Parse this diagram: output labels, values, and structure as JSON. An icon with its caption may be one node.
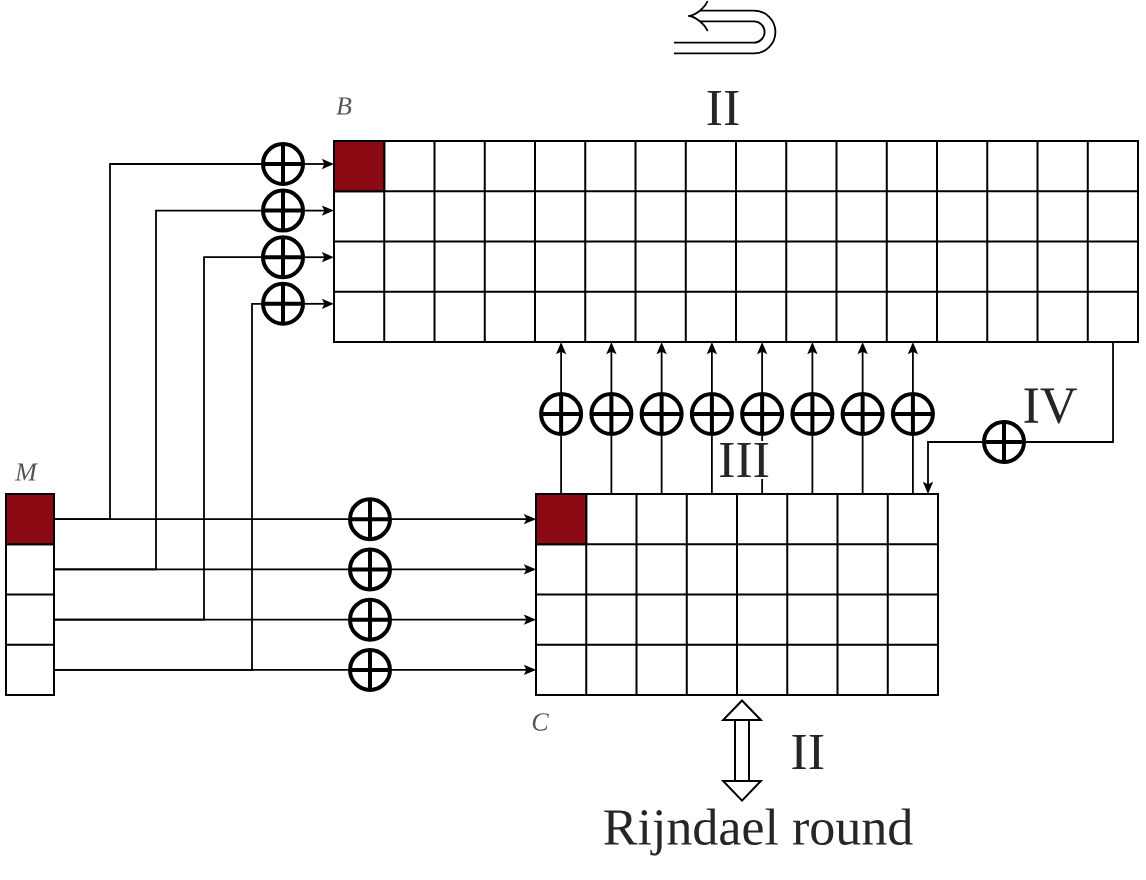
{
  "diagram": {
    "nodes": [
      {
        "text": [],
        "shape": "grid",
        "beside": [
          "B"
        ]
      },
      {
        "text": [],
        "shape": "circle"
      },
      {
        "text": [],
        "shape": "circle"
      },
      {
        "text": [],
        "shape": "circle"
      },
      {
        "text": [],
        "shape": "circle"
      },
      {
        "text": [],
        "shape": "circle"
      },
      {
        "text": [],
        "shape": "circle"
      },
      {
        "text": [],
        "shape": "circle"
      },
      {
        "text": [],
        "shape": "circle"
      },
      {
        "text": [],
        "shape": "circle"
      },
      {
        "text": [],
        "shape": "circle"
      },
      {
        "text": [],
        "shape": "circle"
      },
      {
        "text": [],
        "shape": "circle"
      },
      {
        "text": [],
        "shape": "circle"
      },
      {
        "text": [],
        "shape": "grid",
        "beside": [
          "M"
        ]
      },
      {
        "text": [],
        "shape": "circle"
      },
      {
        "text": [],
        "shape": "circle"
      },
      {
        "text": [],
        "shape": "circle"
      },
      {
        "text": [],
        "shape": "circle"
      },
      {
        "text": [],
        "shape": "grid",
        "beside": [
          "C"
        ]
      },
      {
        "text": [
          "Rijndael round"
        ]
      }
    ],
    "edges": [
      {
        "from": 14,
        "to": 1,
        "arrow": "none"
      },
      {
        "from": 1,
        "to": 0,
        "arrow": "to"
      },
      {
        "from": 14,
        "to": 2,
        "arrow": "none"
      },
      {
        "from": 2,
        "to": 0,
        "arrow": "to"
      },
      {
        "from": 14,
        "to": 3,
        "arrow": "none"
      },
      {
        "from": 3,
        "to": 0,
        "arrow": "to"
      },
      {
        "from": 14,
        "to": 4,
        "arrow": "none"
      },
      {
        "from": 4,
        "to": 0,
        "arrow": "to"
      },
      {
        "from": 19,
        "to": 5,
        "arrow": "none"
      },
      {
        "from": 5,
        "to": 0,
        "arrow": "to"
      },
      {
        "from": 19,
        "to": 6,
        "arrow": "none"
      },
      {
        "from": 6,
        "to": 0,
        "arrow": "to"
      },
      {
        "from": 19,
        "to": 7,
        "arrow": "none"
      },
      {
        "from": 7,
        "to": 0,
        "arrow": "to"
      },
      {
        "from": 19,
        "to": 8,
        "arrow": "none"
      },
      {
        "from": 8,
        "to": 0,
        "arrow": "to"
      },
      {
        "from": 19,
        "to": 9,
        "arrow": "none"
      },
      {
        "from": 9,
        "to": 0,
        "arrow": "to"
      },
      {
        "from": 19,
        "to": 10,
        "arrow": "none"
      },
      {
        "from": 10,
        "to": 0,
        "arrow": "to"
      },
      {
        "from": 19,
        "to": 11,
        "arrow": "none"
      },
      {
        "from": 11,
        "to": 0,
        "arrow": "to"
      },
      {
        "from": 19,
        "to": 12,
        "arrow": "none"
      },
      {
        "from": 12,
        "to": 0,
        "arrow": "to"
      },
      {
        "from": 0,
        "to": 13,
        "arrow": "none"
      },
      {
        "from": 13,
        "to": 19,
        "arrow": "to"
      },
      {
        "from": 14,
        "to": 15,
        "arrow": "none"
      },
      {
        "from": 15,
        "to": 19,
        "arrow": "to"
      },
      {
        "from": 14,
        "to": 16,
        "arrow": "none"
      },
      {
        "from": 16,
        "to": 19,
        "arrow": "to"
      },
      {
        "from": 14,
        "to": 17,
        "arrow": "none"
      },
      {
        "from": 17,
        "to": 19,
        "arrow": "to"
      },
      {
        "from": 14,
        "to": 18,
        "arrow": "none"
      },
      {
        "from": 18,
        "to": 19,
        "arrow": "to"
      },
      {
        "from": 19,
        "to": 20,
        "arrow": "both",
        "label": "II",
        "style": "thick"
      }
    ],
    "labels": [
      "II",
      "III",
      "IV"
    ]
  }
}
